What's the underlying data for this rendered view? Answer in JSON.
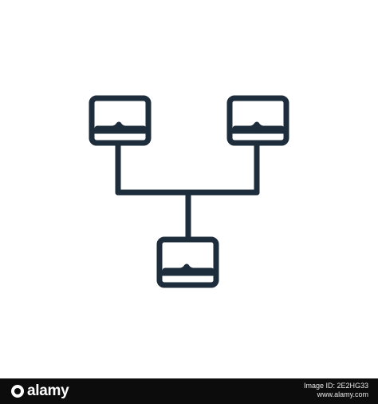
{
  "icon": {
    "name": "network-servers-icon",
    "stroke_color": "#1e2d3b",
    "background": "#ffffff"
  },
  "footer": {
    "brand": "alamy",
    "image_id_line": "Image ID: 2E2HG33",
    "site": "www.alamy.com",
    "background": "#0c0c0c"
  }
}
